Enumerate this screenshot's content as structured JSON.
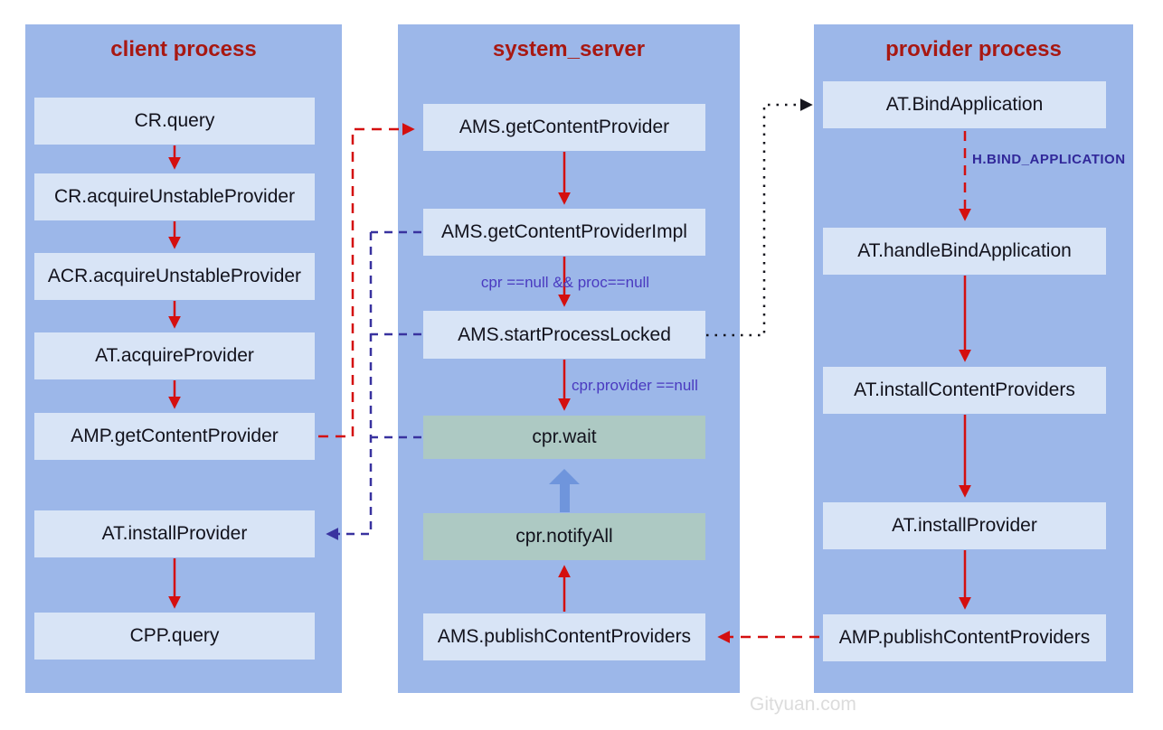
{
  "watermark": "Gityuan.com",
  "columns": [
    {
      "id": "client",
      "title": "client process",
      "boxes": [
        "CR.query",
        "CR.acquireUnstableProvider",
        "ACR.acquireUnstableProvider",
        "AT.acquireProvider",
        "AMP.getContentProvider",
        "AT.installProvider",
        "CPP.query"
      ]
    },
    {
      "id": "system_server",
      "title": "system_server",
      "boxes": [
        "AMS.getContentProvider",
        "AMS.getContentProviderImpl",
        "AMS.startProcessLocked",
        "cpr.wait",
        "cpr.notifyAll",
        "AMS.publishContentProviders"
      ]
    },
    {
      "id": "provider",
      "title": "provider process",
      "boxes": [
        "AT.BindApplication",
        "AT.handleBindApplication",
        "AT.installContentProviders",
        "AT.installProvider",
        "AMP.publishContentProviders"
      ]
    }
  ],
  "labels": {
    "cond_no_provider": "cpr ==null && proc==null",
    "cond_provider_null": "cpr.provider ==null",
    "bind_application": "H.BIND_APPLICATION"
  },
  "colors": {
    "panel_blue": "#9cb7e9",
    "box_blue": "#d8e4f6",
    "wait_box_green": "#adc9c3",
    "title_red": "#a81812",
    "arrow_red": "#d40f0f",
    "line_purple": "#39329f",
    "label_purple": "#4a3ac0",
    "dotted_black": "#16161e",
    "thick_arrow_blue": "#6f95dc"
  }
}
